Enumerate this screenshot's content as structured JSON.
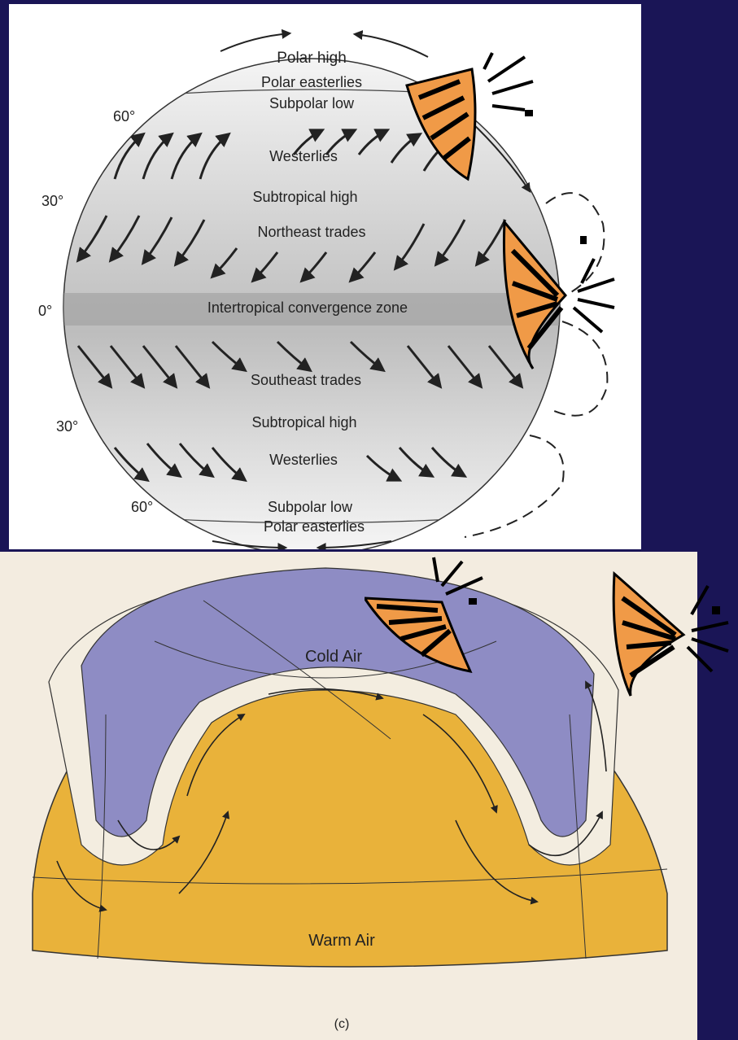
{
  "global_circulation": {
    "labels": {
      "polar_high": "Polar high",
      "polar_easterlies_north": "Polar easterlies",
      "subpolar_low_north": "Subpolar low",
      "westerlies_north": "Westerlies",
      "subtropical_high_north": "Subtropical high",
      "northeast_trades": "Northeast trades",
      "itcz": "Intertropical convergence zone",
      "southeast_trades": "Southeast trades",
      "subtropical_high_south": "Subtropical high",
      "westerlies_south": "Westerlies",
      "subpolar_low_south": "Subpolar low",
      "polar_easterlies_south": "Polar easterlies"
    },
    "latitudes": {
      "n60": "60°",
      "n30": "30°",
      "eq": "0°",
      "s30": "30°",
      "s60": "60°"
    }
  },
  "wave_hemisphere": {
    "cold_label": "Cold Air",
    "warm_label": "Warm Air",
    "caption": "(c)",
    "colors": {
      "cold": "#8e8cc4",
      "warm": "#e9b23a",
      "band": "#f3ede0"
    }
  },
  "volcano_icons": [
    "volcano-icon",
    "volcano-icon",
    "volcano-icon",
    "volcano-icon"
  ]
}
